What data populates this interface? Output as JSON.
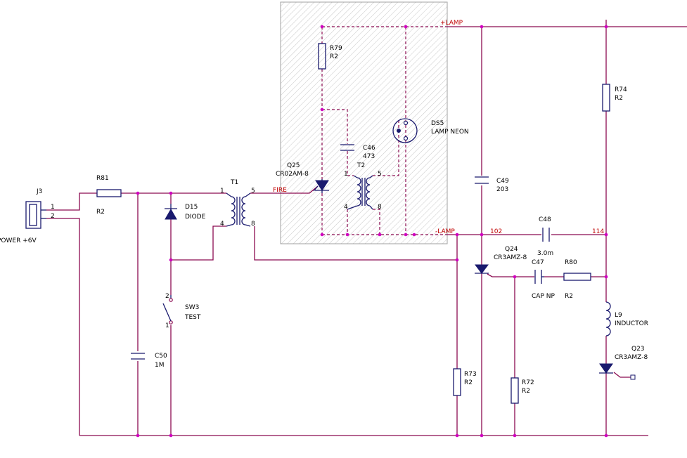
{
  "components": {
    "j3": {
      "ref": "J3",
      "value": "POWER +6V",
      "pin1": "1",
      "pin2": "2"
    },
    "r81": {
      "ref": "R81",
      "value": "R2"
    },
    "d15": {
      "ref": "D15",
      "value": "DIODE"
    },
    "sw3": {
      "ref": "SW3",
      "value": "TEST",
      "pin1": "1",
      "pin2": "2"
    },
    "c50": {
      "ref": "C50",
      "value": "1M"
    },
    "t1": {
      "ref": "T1",
      "pin1": "1",
      "pin4": "4",
      "pin5": "5",
      "pin8": "8"
    },
    "q25": {
      "ref": "Q25",
      "value": "CR02AM-8"
    },
    "r79": {
      "ref": "R79",
      "value": "R2"
    },
    "c46": {
      "ref": "C46",
      "value": "473"
    },
    "t2": {
      "ref": "T2",
      "pin1": "1",
      "pin4": "4",
      "pin5": "5",
      "pin8": "8"
    },
    "ds5": {
      "ref": "DS5",
      "value": "LAMP NEON"
    },
    "c49": {
      "ref": "C49",
      "value": "203"
    },
    "r74": {
      "ref": "R74",
      "value": "R2"
    },
    "c48": {
      "ref": "C48",
      "value": "3.0m"
    },
    "q24": {
      "ref": "Q24",
      "value": "CR3AMZ-8"
    },
    "c47": {
      "ref": "C47",
      "value": "CAP NP"
    },
    "r80": {
      "ref": "R80",
      "value": "R2"
    },
    "l9": {
      "ref": "L9",
      "value": "INDUCTOR"
    },
    "q23": {
      "ref": "Q23",
      "value": "CR3AMZ-8"
    },
    "r73": {
      "ref": "R73",
      "value": "R2"
    },
    "r72": {
      "ref": "R72",
      "value": "R2"
    }
  },
  "nets": {
    "lamp_pos": "+LAMP",
    "lamp_neg": "-LAMP",
    "fire": "FIRE",
    "n102": "102",
    "n114": "114"
  }
}
